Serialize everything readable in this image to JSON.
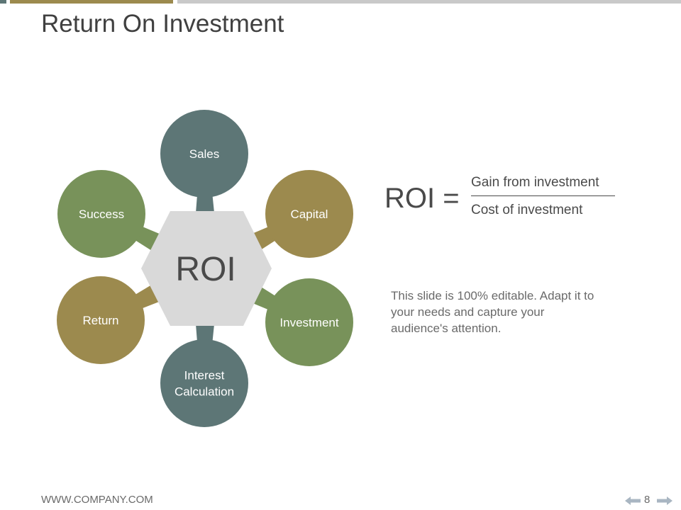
{
  "slide": {
    "title": "Return On Investment",
    "footer_url": "WWW.COMPANY.COM",
    "page_number": "8"
  },
  "diagram": {
    "center_label": "ROI",
    "nodes": [
      {
        "label_lines": [
          "Sales"
        ],
        "color": "#5d7676"
      },
      {
        "label_lines": [
          "Capital"
        ],
        "color": "#9c8a4e"
      },
      {
        "label_lines": [
          "Investment"
        ],
        "color": "#78925a"
      },
      {
        "label_lines": [
          "Interest",
          "Calculation"
        ],
        "color": "#5d7676"
      },
      {
        "label_lines": [
          "Return"
        ],
        "color": "#9c8a4e"
      },
      {
        "label_lines": [
          "Success"
        ],
        "color": "#78925a"
      }
    ],
    "center_color": "#d9d9d9"
  },
  "formula": {
    "lhs": "ROI =",
    "numerator": "Gain from investment",
    "denominator": "Cost of investment"
  },
  "description": "This slide is 100% editable. Adapt it to your needs and capture your audience's attention.",
  "icons": {
    "prev": "arrow-left-icon",
    "next": "arrow-right-icon"
  },
  "colors": {
    "title": "#404040",
    "nav_icon": "#a9b6c2"
  }
}
